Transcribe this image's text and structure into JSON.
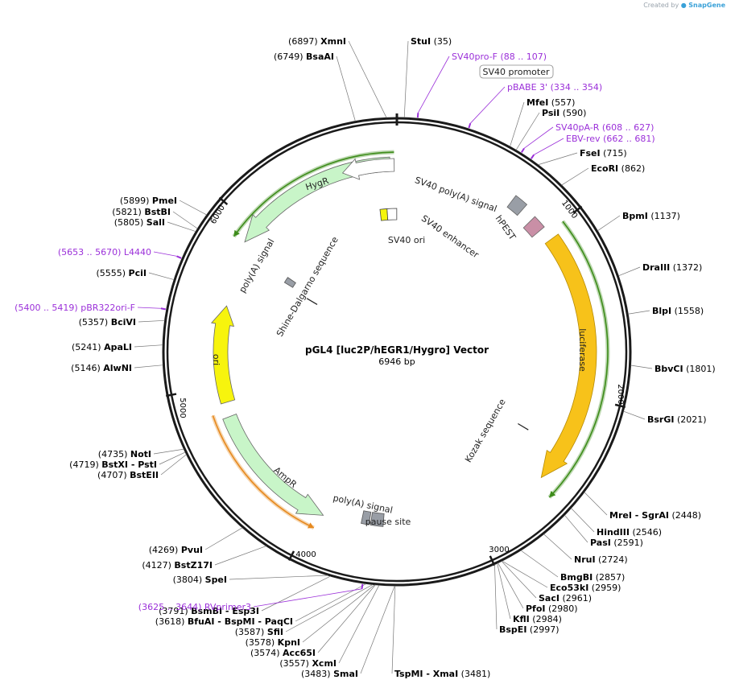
{
  "header": {
    "created_by": "Created by",
    "brand": "SnapGene"
  },
  "plasmid": {
    "name": "pGL4 [luc2P/hEGR1/Hygro] Vector",
    "length_label": "6946 bp",
    "length": 6946
  },
  "ticks": [
    "1000",
    "2000",
    "3000",
    "4000",
    "5000",
    "6000"
  ],
  "enzymes": [
    {
      "name": "XmnI",
      "pos": "(6897)"
    },
    {
      "name": "StuI",
      "pos": "(35)"
    },
    {
      "name": "BsaAI",
      "pos": "(6749)"
    },
    {
      "name": "MfeI",
      "pos": "(557)"
    },
    {
      "name": "PsiI",
      "pos": "(590)"
    },
    {
      "name": "FseI",
      "pos": "(715)"
    },
    {
      "name": "EcoRI",
      "pos": "(862)"
    },
    {
      "name": "BpmI",
      "pos": "(1137)"
    },
    {
      "name": "DraIII",
      "pos": "(1372)"
    },
    {
      "name": "BlpI",
      "pos": "(1558)"
    },
    {
      "name": "BbvCI",
      "pos": "(1801)"
    },
    {
      "name": "BsrGI",
      "pos": "(2021)"
    },
    {
      "name": "MreI - SgrAI",
      "pos": "(2448)"
    },
    {
      "name": "HindIII",
      "pos": "(2546)"
    },
    {
      "name": "PasI",
      "pos": "(2591)"
    },
    {
      "name": "NruI",
      "pos": "(2724)"
    },
    {
      "name": "BmgBI",
      "pos": "(2857)"
    },
    {
      "name": "Eco53kI",
      "pos": "(2959)"
    },
    {
      "name": "SacI",
      "pos": "(2961)"
    },
    {
      "name": "PfoI",
      "pos": "(2980)"
    },
    {
      "name": "KflI",
      "pos": "(2984)"
    },
    {
      "name": "BspEI",
      "pos": "(2997)"
    },
    {
      "name": "TspMI - XmaI",
      "pos": "(3481)"
    },
    {
      "name": "SmaI",
      "pos": "(3483)"
    },
    {
      "name": "XcmI",
      "pos": "(3557)"
    },
    {
      "name": "Acc65I",
      "pos": "(3574)"
    },
    {
      "name": "KpnI",
      "pos": "(3578)"
    },
    {
      "name": "SfiI",
      "pos": "(3587)"
    },
    {
      "name": "BfuAI - BspMI - PaqCI",
      "pos": "(3618)"
    },
    {
      "name": "BsmBI - Esp3I",
      "pos": "(3791)"
    },
    {
      "name": "SpeI",
      "pos": "(3804)"
    },
    {
      "name": "BstZ17I",
      "pos": "(4127)"
    },
    {
      "name": "PvuI",
      "pos": "(4269)"
    },
    {
      "name": "BstEII",
      "pos": "(4707)"
    },
    {
      "name": "BstXI - PstI",
      "pos": "(4719)"
    },
    {
      "name": "NotI",
      "pos": "(4735)"
    },
    {
      "name": "AlwNI",
      "pos": "(5146)"
    },
    {
      "name": "ApaLI",
      "pos": "(5241)"
    },
    {
      "name": "BciVI",
      "pos": "(5357)"
    },
    {
      "name": "PciI",
      "pos": "(5555)"
    },
    {
      "name": "SalI",
      "pos": "(5805)"
    },
    {
      "name": "BstBI",
      "pos": "(5821)"
    },
    {
      "name": "PmeI",
      "pos": "(5899)"
    }
  ],
  "primers": [
    {
      "name": "SV40pro-F",
      "range": "(88 .. 107)"
    },
    {
      "name": "pBABE 3'",
      "range": "(334 .. 354)"
    },
    {
      "name": "SV40pA-R",
      "range": "(608 .. 627)"
    },
    {
      "name": "EBV-rev",
      "range": "(662 .. 681)"
    },
    {
      "name": "RVprimer3",
      "range": "(3625 .. 3644)"
    },
    {
      "name": "pBR322ori-F",
      "range": "(5400 .. 5419)"
    },
    {
      "name": "L4440",
      "range": "(5653 .. 5670)"
    }
  ],
  "features": {
    "sv40_promoter": "SV40 promoter",
    "sv40_polya_signal": "SV40 poly(A) signal",
    "sv40_enhancer": "SV40 enhancer",
    "sv40_ori": "SV40 ori",
    "hpest": "hPEST",
    "luciferase": "luciferase",
    "kozak": "Kozak sequence",
    "hygr": "HygR",
    "hygr_polya": "poly(A) signal",
    "shine_dalgarno": "Shine-Dalgarno sequence",
    "ori": "ori",
    "ampr": "AmpR",
    "polya_signal": "poly(A) signal",
    "pause_site": "pause site"
  },
  "colors": {
    "backbone": "#1a1a1a",
    "luciferase": "#f7c21a",
    "hygr": "#c8f5c8",
    "ampr": "#c8f5c8",
    "ori": "#f7f40d",
    "sv40_ori": "#f5f50a",
    "hpest": "#c98fa6",
    "terminator": "#999ea6",
    "primer": "#9b30d9",
    "orf_green": "#3d8c1a",
    "orf_orange": "#e6891e"
  }
}
